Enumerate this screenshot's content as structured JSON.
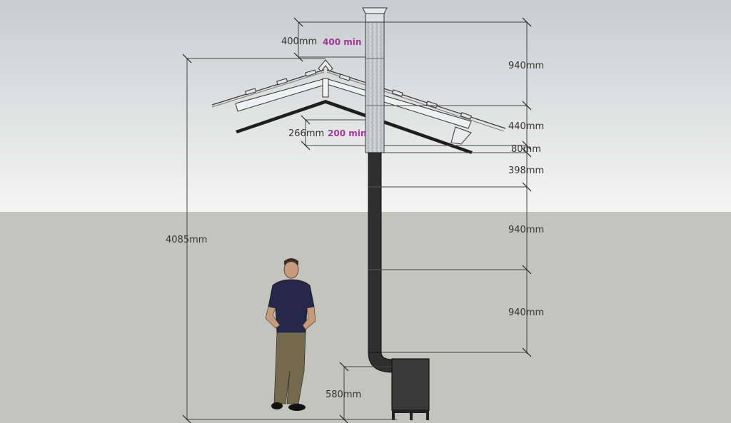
{
  "dimensions": {
    "total_height": "4085mm",
    "roof_clearance": "400mm",
    "roof_clearance_min": "400 min",
    "top_flue_section": "940mm",
    "collar_section": "440mm",
    "flashing_gap": "80mm",
    "adapter_section": "398mm",
    "flue_section_upper": "940mm",
    "flue_section_lower": "940mm",
    "ceiling_gap": "266mm",
    "ceiling_gap_min": "200 min",
    "stove_height": "580mm"
  },
  "colors": {
    "sky_top": "#c9ccce",
    "sky_bottom": "#f4f4f4",
    "ground": "#c4c4be",
    "flue_insulated": "#c7cacc",
    "flue_black": "#2f2f2f",
    "stove": "#3a3a3a",
    "accent_min": "#a0379a"
  }
}
